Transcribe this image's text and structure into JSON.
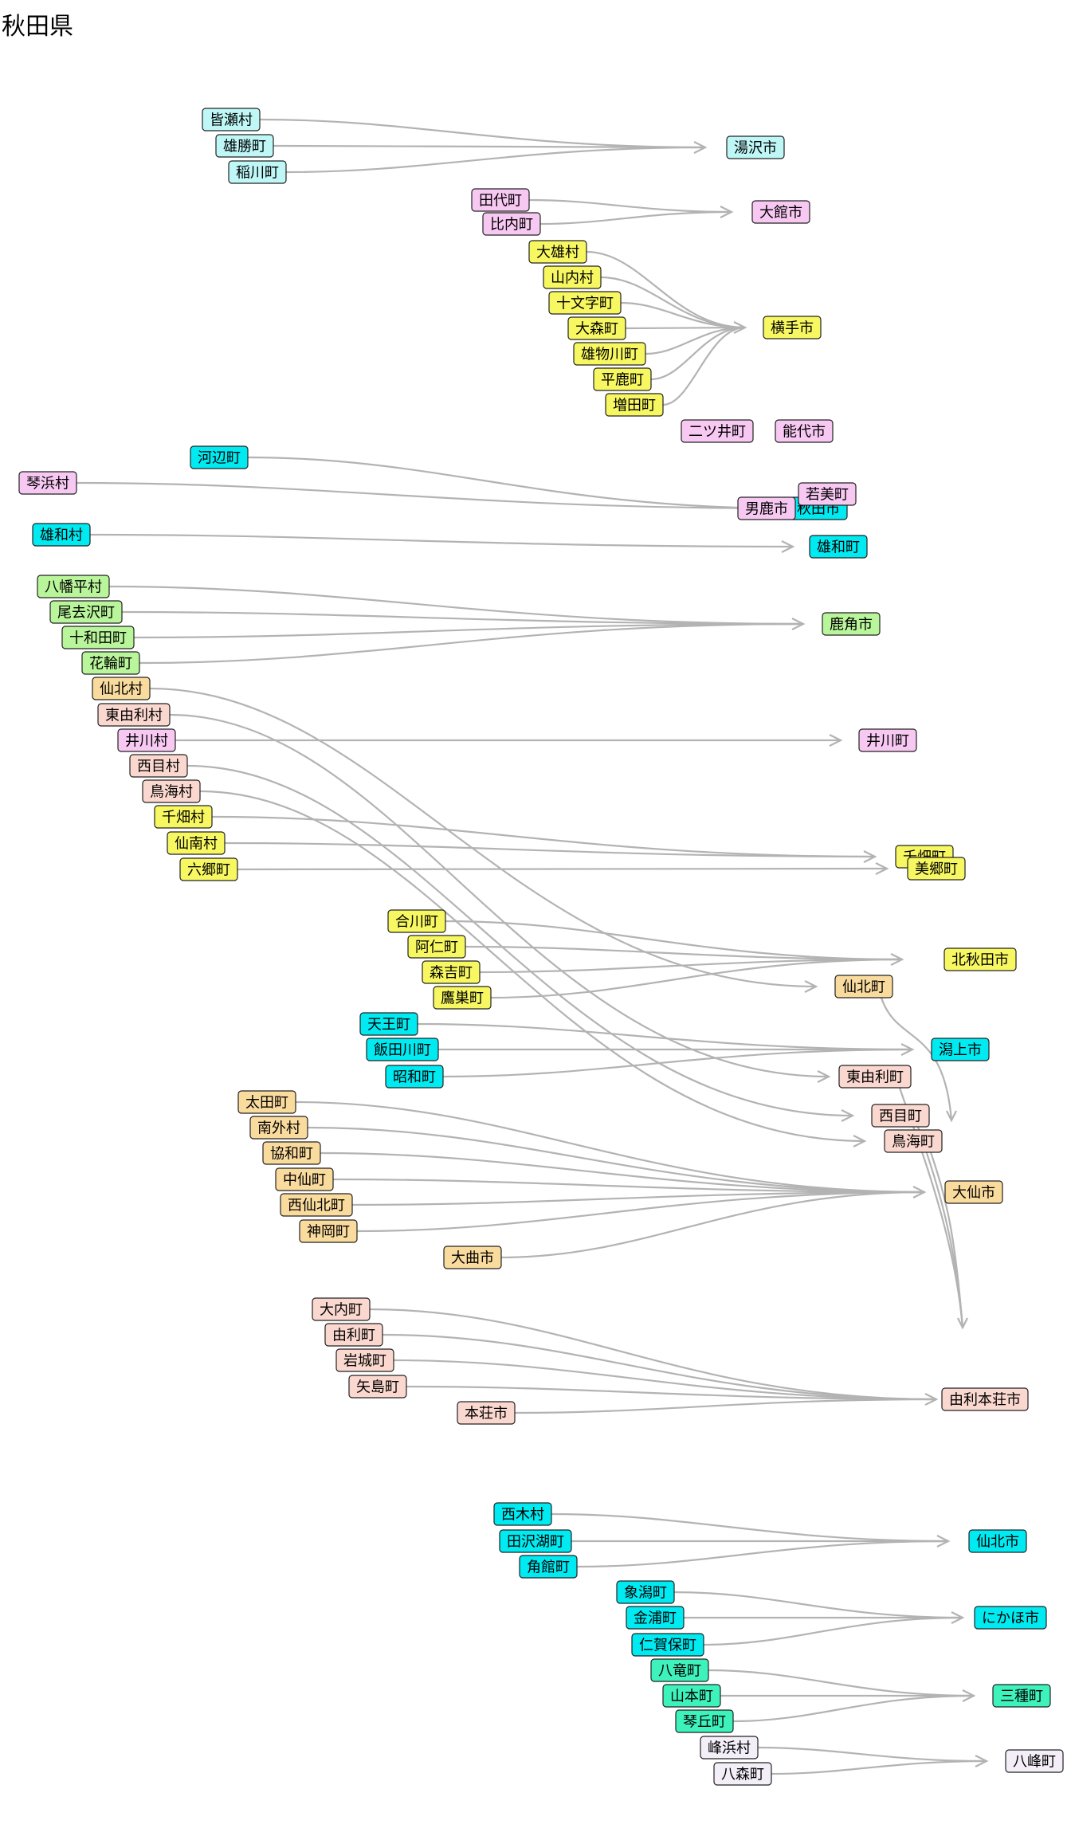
{
  "title": "秋田県",
  "colors": {
    "cyan_light": "#bff7f7",
    "pink": "#f7c8f2",
    "yellow": "#f7f761",
    "cyan": "#00eaf2",
    "green": "#b9f59a",
    "orange": "#fadb9e",
    "salmon": "#fad8cf",
    "teal": "#3ef2bb",
    "lavender": "#f3eef8",
    "edge": "#b3b3b3"
  },
  "groups": [
    {
      "target": "湯沢市",
      "color": "cyan_light",
      "sources": [
        "皆瀬村",
        "雄勝町",
        "稲川町"
      ]
    },
    {
      "target": "大館市",
      "color": "pink",
      "sources": [
        "田代町",
        "比内町"
      ]
    },
    {
      "target": "横手市",
      "color": "yellow",
      "sources": [
        "大雄村",
        "山内村",
        "十文字町",
        "大森町",
        "雄物川町",
        "平鹿町",
        "増田町"
      ]
    },
    {
      "target": "二ツ井町",
      "color": "pink",
      "sources": []
    },
    {
      "target": "能代市",
      "color": "pink",
      "sources": []
    },
    {
      "target": "秋田市",
      "color": "cyan",
      "sources": [
        "河辺町"
      ]
    },
    {
      "target": "男鹿市",
      "color": "pink",
      "sources": [
        "琴浜村"
      ]
    },
    {
      "target": "若美町",
      "color": "pink",
      "sources": []
    },
    {
      "target": "雄和町",
      "color": "cyan",
      "sources": [
        "雄和村"
      ]
    },
    {
      "target": "鹿角市",
      "color": "green",
      "sources": [
        "八幡平村",
        "尾去沢町",
        "十和田町",
        "花輪町"
      ]
    },
    {
      "target": "井川町",
      "color": "pink",
      "sources": [
        "井川村"
      ]
    },
    {
      "target": "千畑町",
      "color": "yellow",
      "sources": [
        "千畑村",
        "仙南村"
      ]
    },
    {
      "target": "美郷町",
      "color": "yellow",
      "sources": [
        "六郷町"
      ]
    },
    {
      "target": "北秋田市",
      "color": "yellow",
      "sources": [
        "合川町",
        "阿仁町",
        "森吉町",
        "鷹巣町"
      ]
    },
    {
      "target": "仙北町",
      "color": "orange",
      "sources": [
        "仙北村"
      ]
    },
    {
      "target": "潟上市",
      "color": "cyan",
      "sources": [
        "天王町",
        "飯田川町",
        "昭和町"
      ]
    },
    {
      "target": "東由利町",
      "color": "salmon",
      "sources": [
        "東由利村"
      ]
    },
    {
      "target": "西目町",
      "color": "salmon",
      "sources": [
        "西目村"
      ]
    },
    {
      "target": "鳥海町",
      "color": "salmon",
      "sources": [
        "鳥海村"
      ]
    },
    {
      "target": "大仙市",
      "color": "orange",
      "sources": [
        "太田町",
        "南外村",
        "協和町",
        "中仙町",
        "西仙北町",
        "神岡町",
        "大曲市"
      ]
    },
    {
      "target": "由利本荘市",
      "color": "salmon",
      "sources": [
        "大内町",
        "由利町",
        "岩城町",
        "矢島町",
        "本荘市"
      ]
    },
    {
      "target": "仙北市",
      "color": "cyan",
      "sources": [
        "西木村",
        "田沢湖町",
        "角館町"
      ]
    },
    {
      "target": "にかほ市",
      "color": "cyan",
      "sources": [
        "象潟町",
        "金浦町",
        "仁賀保町"
      ]
    },
    {
      "target": "三種町",
      "color": "teal",
      "sources": [
        "八竜町",
        "山本町",
        "琴丘町"
      ]
    },
    {
      "target": "八峰町",
      "color": "lavender",
      "sources": [
        "峰浜村",
        "八森町"
      ]
    }
  ],
  "second_level": [
    {
      "target": "大仙市",
      "sources": [
        "仙北町"
      ]
    },
    {
      "target": "由利本荘市",
      "sources": [
        "東由利町",
        "西目町",
        "鳥海町"
      ]
    }
  ]
}
